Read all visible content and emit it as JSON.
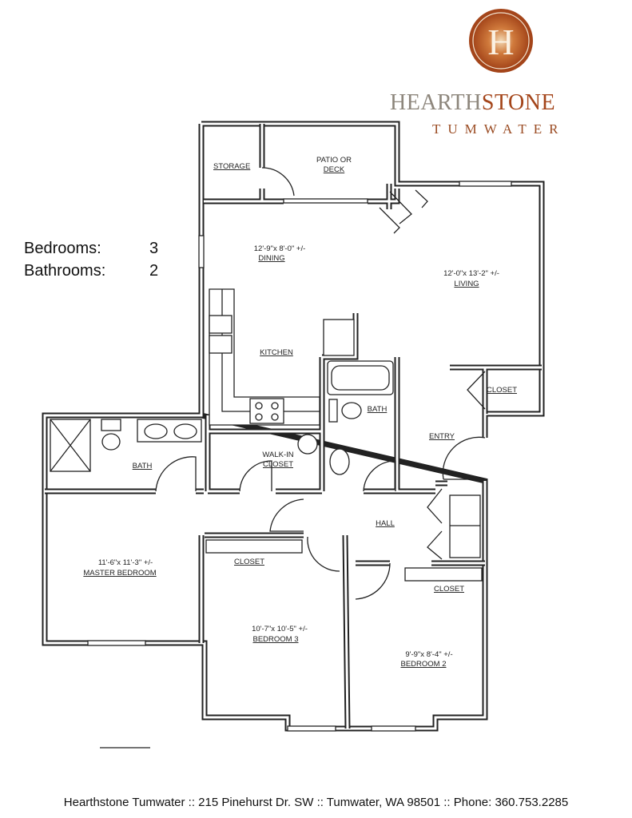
{
  "brand": {
    "logo_letter": "H",
    "name_part1": "Hearth",
    "name_part2": "Stone",
    "location": "TUMWATER",
    "colors": {
      "emblem": "#a4451a",
      "gray": "#8d867c",
      "rust": "#a4451a"
    }
  },
  "summary": {
    "bedrooms_label": "Bedrooms:",
    "bedrooms_value": "3",
    "bathrooms_label": "Bathrooms:",
    "bathrooms_value": "2"
  },
  "rooms": {
    "storage": "STORAGE",
    "patio_line1": "PATIO OR",
    "patio_line2": "DECK",
    "dining_size": "12'-9\"x 8'-0\" +/-",
    "dining": "DINING",
    "living_size": "12'-0\"x 13'-2\" +/-",
    "living": "LIVING",
    "kitchen": "KITCHEN",
    "living_closet": "CLOSET",
    "bath_center": "BATH",
    "entry": "ENTRY",
    "master_bath": "BATH",
    "walkin_line1": "WALK-IN",
    "walkin_line2": "CLOSET",
    "hall": "HALL",
    "master_size": "11'-6\"x 11'-3\" +/-",
    "master": "MASTER BEDROOM",
    "bed3_closet": "CLOSET",
    "bed3_size": "10'-7\"x 10'-5\" +/-",
    "bed3": "BEDROOM 3",
    "bed2_closet": "CLOSET",
    "bed2_size": "9'-9\"x 8'-4\" +/-",
    "bed2": "BEDROOM 2"
  },
  "footer": "Hearthstone Tumwater :: 215 Pinehurst Dr. SW :: Tumwater, WA 98501 :: Phone: 360.753.2285"
}
